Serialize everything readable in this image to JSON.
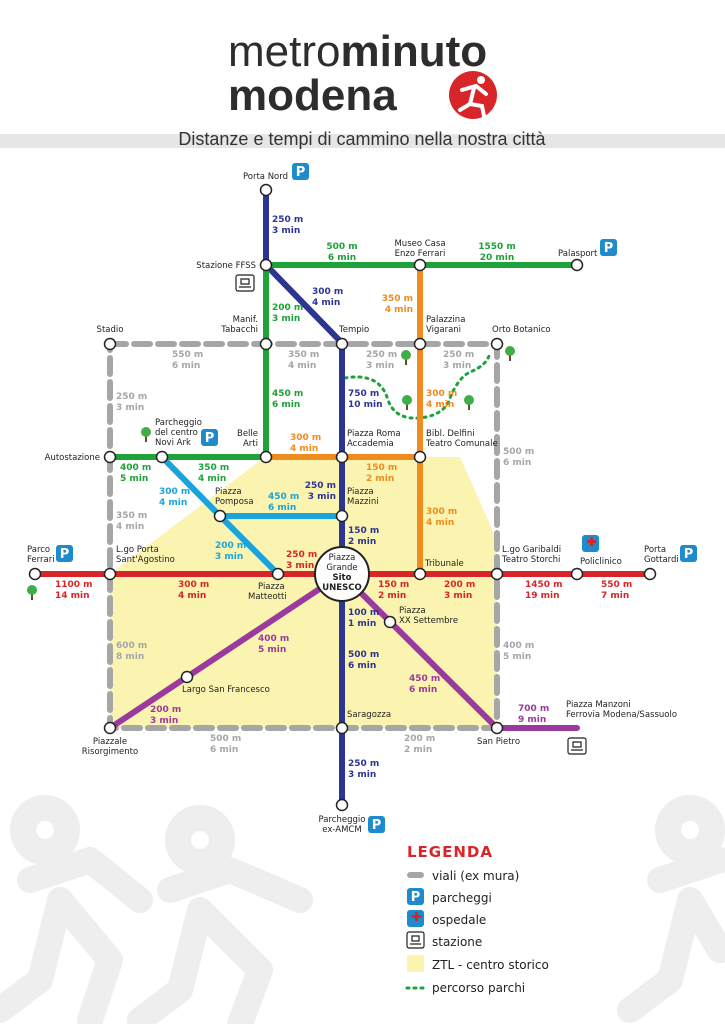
{
  "header": {
    "title_part1": "metro",
    "title_part2": "minuto",
    "title_line2": "modena",
    "subtitle": "Distanze e tempi di cammino nella nostra città"
  },
  "colors": {
    "blue": "#2c3592",
    "green": "#1ea23a",
    "orange": "#ef8b1f",
    "red": "#d7252a",
    "purple": "#9b3a9d",
    "cyan": "#1aa4dc",
    "grey": "#a6a6a6",
    "ztl": "#fbf4b0",
    "park": "#1f8bcb"
  },
  "stations": {
    "porta_nord": "Porta Nord",
    "stazione_fs": "Stazione FFSS",
    "museo": [
      "Museo Casa",
      "Enzo Ferrari"
    ],
    "palasport": "Palasport",
    "stadio": "Stadio",
    "manif": [
      "Manif.",
      "Tabacchi"
    ],
    "tempio": "Tempio",
    "palazzina": [
      "Palazzina",
      "Vigarani"
    ],
    "orto": "Orto Botanico",
    "parcheggio_novi": [
      "Parcheggio",
      "del centro",
      "Novi Ark"
    ],
    "belle_arti": [
      "Belle",
      "Arti"
    ],
    "piazza_roma": [
      "Piazza Roma",
      "Accademia"
    ],
    "bibl": [
      "Bibl. Delfini",
      "Teatro Comunale"
    ],
    "autostazione": "Autostazione",
    "pomposa": [
      "Piazza",
      "Pomposa"
    ],
    "mazzini": [
      "Piazza",
      "Mazzini"
    ],
    "parco_ferrari": [
      "Parco",
      "Ferrari"
    ],
    "porta_s_agostino": [
      "L.go Porta",
      "Sant'Agostino"
    ],
    "piazza_grande": [
      "Piazza",
      "Grande"
    ],
    "sito": "Sito",
    "unesco": "UNESCO",
    "garibaldi": [
      "L.go Garibaldi",
      "Teatro Storchi"
    ],
    "policlinico": "Policlinico",
    "porta_gottardi": [
      "Porta",
      "Gottardi"
    ],
    "tribunale": "Tribunale",
    "matteotti": [
      "Piazza",
      "Matteotti"
    ],
    "xx_settembre": [
      "Piazza",
      "XX Settembre"
    ],
    "san_francesco": "Largo San Francesco",
    "saragozza": "Saragozza",
    "risorgimento": [
      "Piazzale",
      "Risorgimento"
    ],
    "san_pietro": "San Pietro",
    "manzoni": [
      "Piazza Manzoni",
      "Ferrovia Modena/Sassuolo"
    ],
    "amcm": [
      "Parcheggio",
      "ex-AMCM"
    ]
  },
  "distances": {
    "blue_1": [
      "250 m",
      "3 min"
    ],
    "blue_2": [
      "300 m",
      "4 min"
    ],
    "blue_3": [
      "750 m",
      "10 min"
    ],
    "blue_4": [
      "250 m",
      "3 min"
    ],
    "blue_5": [
      "150 m",
      "2 min"
    ],
    "blue_6": [
      "100 m",
      "1 min"
    ],
    "blue_7": [
      "500 m",
      "6 min"
    ],
    "blue_8": [
      "250 m",
      "3 min"
    ],
    "green_1": [
      "500 m",
      "6 min"
    ],
    "green_2": [
      "1550 m",
      "20 min"
    ],
    "green_3": [
      "200 m",
      "3 min"
    ],
    "green_4": [
      "450 m",
      "6 min"
    ],
    "green_5": [
      "400 m",
      "5 min"
    ],
    "green_6": [
      "350 m",
      "4 min"
    ],
    "orange_1": [
      "350 m",
      "4 min"
    ],
    "orange_2": [
      "300 m",
      "4 min"
    ],
    "orange_3": [
      "300 m",
      "4 min"
    ],
    "orange_4": [
      "150 m",
      "2 min"
    ],
    "orange_5": [
      "300 m",
      "4 min"
    ],
    "cyan_1": [
      "300 m",
      "4 min"
    ],
    "cyan_2": [
      "450 m",
      "6 min"
    ],
    "cyan_3": [
      "200 m",
      "3 min"
    ],
    "red_1": [
      "1100 m",
      "14 min"
    ],
    "red_2": [
      "300 m",
      "4 min"
    ],
    "red_3": [
      "250 m",
      "3 min"
    ],
    "red_4": [
      "150 m",
      "2 min"
    ],
    "red_5": [
      "200 m",
      "3 min"
    ],
    "red_6": [
      "1450 m",
      "19 min"
    ],
    "red_7": [
      "550 m",
      "7 min"
    ],
    "purple_1": [
      "400 m",
      "5 min"
    ],
    "purple_2": [
      "200 m",
      "3 min"
    ],
    "purple_3": [
      "450 m",
      "6 min"
    ],
    "purple_4": [
      "700 m",
      "9 min"
    ],
    "grey_1": [
      "550 m",
      "6 min"
    ],
    "grey_2": [
      "350 m",
      "4 min"
    ],
    "grey_3": [
      "250 m",
      "3 min"
    ],
    "grey_4": [
      "250 m",
      "3 min"
    ],
    "grey_5": [
      "250 m",
      "3 min"
    ],
    "grey_6": [
      "350 m",
      "4 min"
    ],
    "grey_7": [
      "500 m",
      "6 min"
    ],
    "grey_8": [
      "600 m",
      "8 min"
    ],
    "grey_9": [
      "400 m",
      "5 min"
    ],
    "grey_10": [
      "500 m",
      "6 min"
    ],
    "grey_11": [
      "200 m",
      "2 min"
    ]
  },
  "legend": {
    "title": "LEGENDA",
    "items": [
      "viali (ex mura)",
      "parcheggi",
      "ospedale",
      "stazione",
      "ZTL - centro storico",
      "percorso parchi"
    ]
  },
  "icons": {
    "parking": "P",
    "logo": "running-man-icon",
    "tree": "tree-icon",
    "train": "train-icon",
    "hospital": "hospital-icon"
  }
}
